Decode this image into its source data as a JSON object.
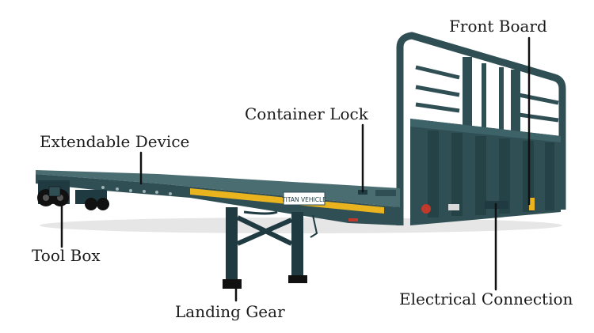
{
  "labels": {
    "front_board": "Front Board",
    "container_lock": "Container Lock",
    "extendable_device": "Extendable Device",
    "tool_box": "Tool Box",
    "landing_gear": "Landing Gear",
    "electrical_connection": "Electrical Connection"
  },
  "plate": {
    "brand": "TITAN VEHICLE"
  },
  "colors": {
    "body": "#2f4f55",
    "body_dark": "#1f3a40",
    "stripe": "#e9b41e",
    "leader": "#111111",
    "background": "#ffffff"
  }
}
